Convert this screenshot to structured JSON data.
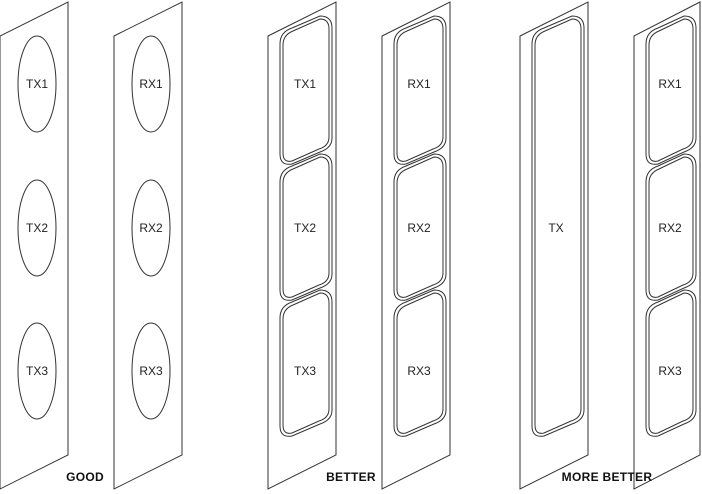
{
  "colors": {
    "stroke": "#333333",
    "background": "#ffffff",
    "text": "#222222"
  },
  "groups": [
    {
      "caption": "GOOD",
      "panels": [
        {
          "coil_shape": "ellipse",
          "labels": [
            "TX1",
            "TX2",
            "TX3"
          ]
        },
        {
          "coil_shape": "ellipse",
          "labels": [
            "RX1",
            "RX2",
            "RX3"
          ]
        }
      ]
    },
    {
      "caption": "BETTER",
      "panels": [
        {
          "coil_shape": "rounded-rect",
          "labels": [
            "TX1",
            "TX2",
            "TX3"
          ]
        },
        {
          "coil_shape": "rounded-rect",
          "labels": [
            "RX1",
            "RX2",
            "RX3"
          ]
        }
      ]
    },
    {
      "caption": "MORE BETTER",
      "panels": [
        {
          "coil_shape": "rounded-rect",
          "labels": [
            "TX"
          ]
        },
        {
          "coil_shape": "rounded-rect",
          "labels": [
            "RX1",
            "RX2",
            "RX3"
          ]
        }
      ]
    }
  ]
}
